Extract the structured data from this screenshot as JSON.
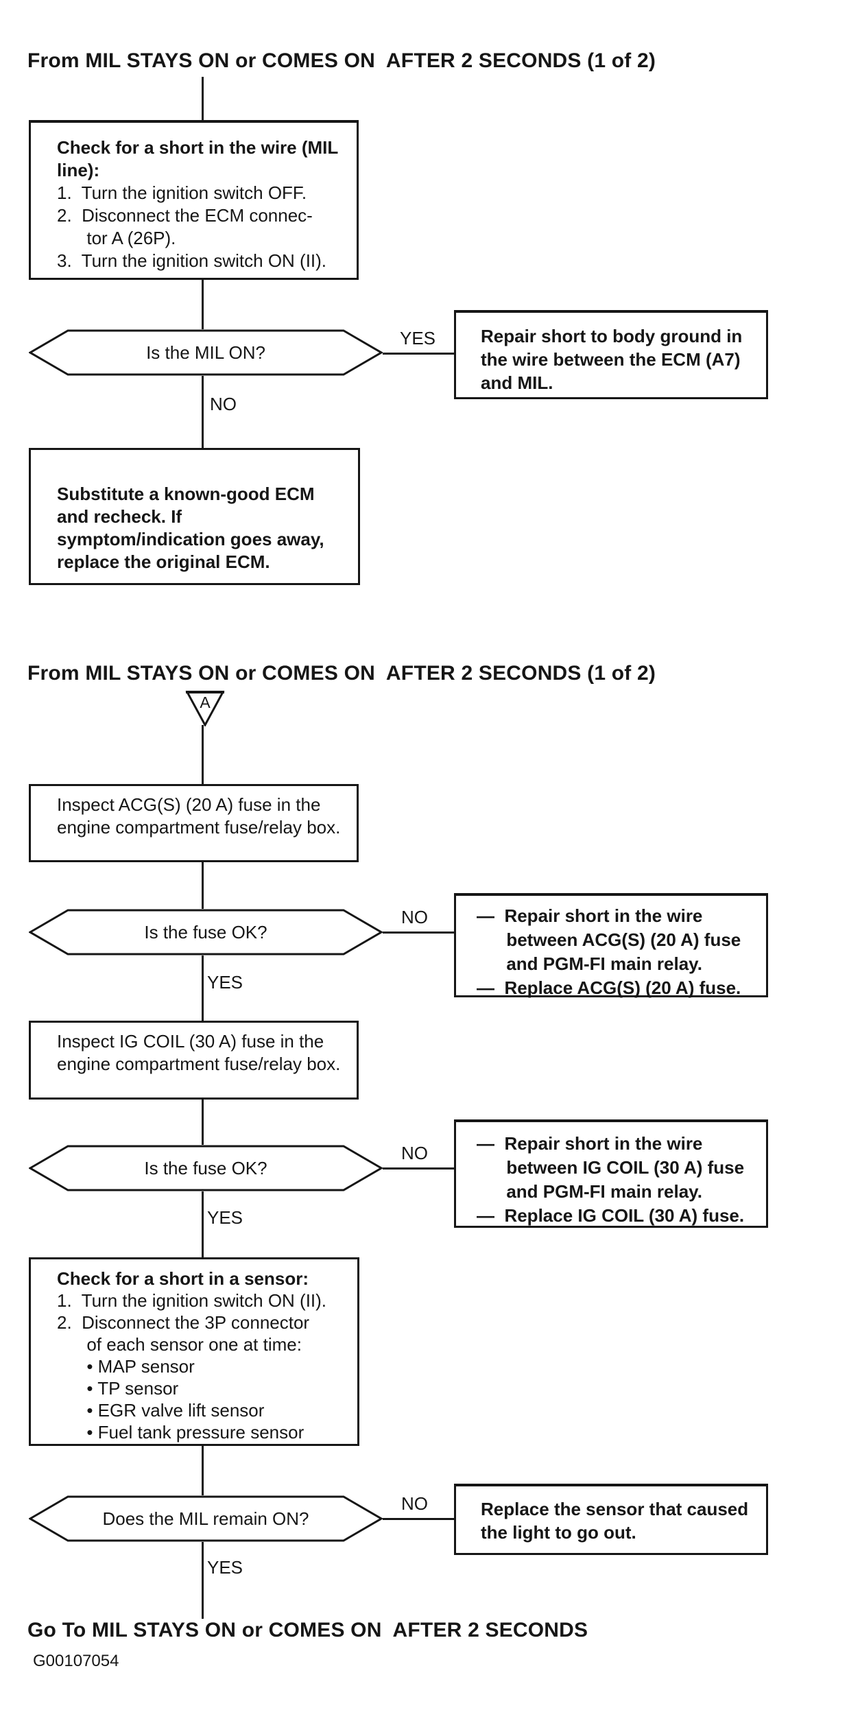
{
  "colors": {
    "ink": "#161616",
    "paper": "#ffffff"
  },
  "s1": {
    "title": "From MIL STAYS ON or COMES ON  AFTER 2 SECONDS (1 of 2)",
    "box_check": {
      "header": "Check for a short in the wire (MIL\nline):",
      "body": "1.  Turn the ignition switch OFF.\n2.  Disconnect the ECM connec-\n      tor A (26P).\n3.  Turn the ignition switch ON (II)."
    },
    "decision": {
      "question": "Is the MIL ON?",
      "yes": "YES",
      "no": "NO"
    },
    "yes_box": "Repair short to body ground in\nthe wire between the ECM (A7)\nand MIL.",
    "no_box": "Substitute a known-good ECM\nand recheck. If symptom/indication\ngoes away, replace the original ECM."
  },
  "s2": {
    "title": "From MIL STAYS ON or COMES ON  AFTER 2 SECONDS (1 of 2)",
    "connector": "A",
    "box_acg": "Inspect ACG(S) (20 A) fuse in the\nengine compartment fuse/relay\nbox.",
    "d1": {
      "question": "Is the fuse OK?",
      "no": "NO",
      "yes": "YES"
    },
    "no_box1": "—  Repair short in the wire\n      between ACG(S) (20 A) fuse\n      and PGM-FI main relay.\n—  Replace ACG(S) (20 A) fuse.",
    "box_ig": "Inspect IG COIL (30 A) fuse in the\nengine compartment fuse/relay\nbox.",
    "d2": {
      "question": "Is the fuse OK?",
      "no": "NO",
      "yes": "YES"
    },
    "no_box2": "—  Repair short in the wire\n      between IG COIL (30 A) fuse\n      and PGM-FI main relay.\n—  Replace IG COIL (30 A) fuse.",
    "box_sensor": {
      "header": "Check for a short in a sensor:",
      "body": "1.  Turn the ignition switch ON (II).\n2.  Disconnect the 3P connector\n      of each sensor one at time:\n      • MAP sensor\n      • TP sensor\n      • EGR valve lift sensor\n      • Fuel tank pressure sensor"
    },
    "d3": {
      "question": "Does the MIL remain ON?",
      "no": "NO",
      "yes": "YES"
    },
    "no_box3": "Replace the sensor that caused\nthe light to go out.",
    "footer": "Go To MIL STAYS ON or COMES ON  AFTER 2 SECONDS"
  },
  "figure_id": "G00107054"
}
